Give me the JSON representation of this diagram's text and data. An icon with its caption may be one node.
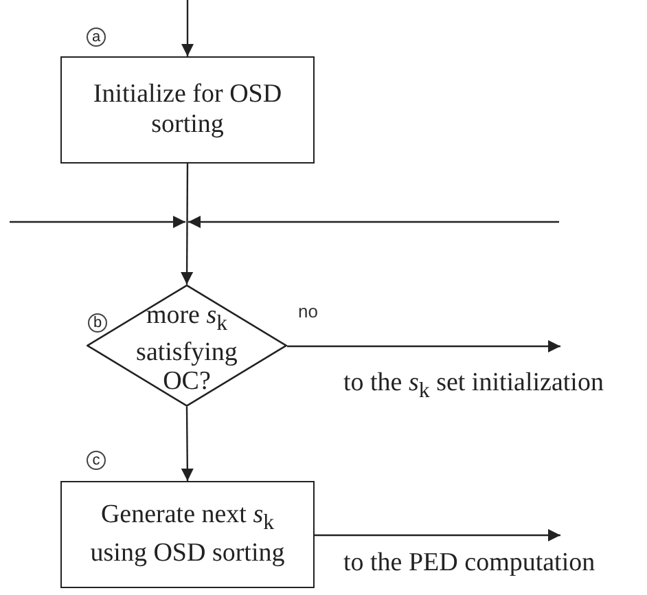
{
  "diagram": {
    "nodes": [
      {
        "text": [
          "Initialize for OSD sorting"
        ],
        "beside": [
          "a"
        ]
      },
      {
        "text": [
          "more *s*$_{k}$ satisfying OC?"
        ],
        "beside": [
          "b"
        ]
      },
      {
        "text": [
          "Generate next *s*$_{k}$ using OSD sorting"
        ],
        "beside": [
          "c"
        ]
      }
    ],
    "edges": [
      {
        "from": null,
        "to": 0,
        "arrow": "to"
      },
      {
        "from": 0,
        "to": 1,
        "arrow": "to"
      },
      {
        "from": null,
        "to": 1,
        "arrow": "to"
      },
      {
        "from": null,
        "to": 1,
        "arrow": "to"
      },
      {
        "from": 1,
        "to": null,
        "arrow": "to",
        "label": "to the *s*$_{k}$ set initialization"
      },
      {
        "from": 1,
        "to": 2,
        "arrow": "to"
      },
      {
        "from": 2,
        "to": null,
        "arrow": "to",
        "label": "to the PED computation"
      }
    ],
    "labels": [
      "no"
    ]
  }
}
